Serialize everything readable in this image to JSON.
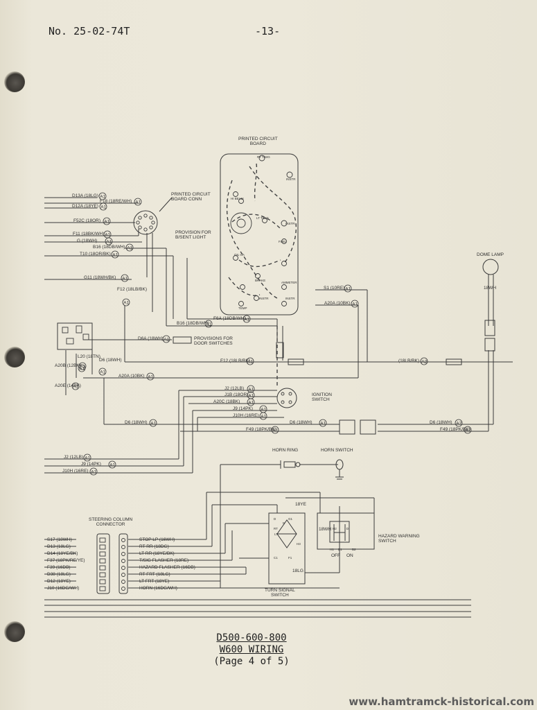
{
  "header": {
    "doc_number": "No. 25-02-74T",
    "page": "-13-"
  },
  "title": {
    "line1": "D500-600-800",
    "line2": "W600 WIRING",
    "line3": "(Page 4 of 5)"
  },
  "watermark": "www.hamtramck-historical.com",
  "components": {
    "pcb": "PRINTED CIRCUIT\nBOARD",
    "pcb_conn": "PRINTED CIRCUIT\nBOARD CONN",
    "provision_light": "PROVISION FOR\nB/SENT LIGHT",
    "dome_lamp": "DOME LAMP",
    "ignition_switch": "IGNITION\nSWITCH",
    "horn_ring": "HORN RING",
    "horn_switch": "HORN SWITCH",
    "steering_column": "STEERING COLUMN\nCONNECTOR",
    "hazard_switch": "HAZARD WARNING\nSWITCH",
    "turn_signal_switch": "TURN SIGNAL\nSWITCH",
    "door_switches": "PROVISIONS FOR\nDOOR SWITCHES"
  },
  "pcb_labels": [
    "RT T/SIG",
    "INSTR",
    "HI BEAM",
    "LT T/SIG",
    "INSTR",
    "FUEL",
    "OIL GA",
    "BRAKE",
    "AMMETER",
    "INSTR",
    "TEMP",
    "INSTR"
  ],
  "wire_labels": [
    "D13A (18LG)",
    "F18 (18RE/WH)",
    "D12A (18YE)",
    "F52C (18OR)",
    "F11 (18BK/WH)",
    "G (18WH)",
    "B16 (18DB/WH)",
    "T10 (18OR/BK)",
    "G11 (18WH/BK)",
    "F12 (18LB/BK)",
    "S1 (10RE)",
    "A20A (10BK)",
    "B16 (18DB/WH)",
    "F6A (18DB/WH)",
    "D6A (18WH)",
    "F12 (18LB/BK)",
    "(18LB/BK)",
    "A20A (10BK)",
    "J2 (12LB)",
    "J1B (18OR)",
    "A20C (18BK)",
    "J9 (14PK)",
    "J10H (16RE)",
    "D6 (18WH)",
    "F49 (18PK/BK)",
    "D6 (18WH)",
    "D6 (18WH)",
    "F49 (18PK/BK)",
    "J2 (12LB)",
    "J9 (14PK)",
    "J10H (16RE)",
    "18YE",
    "18WH",
    "18LG",
    "18WH",
    "A20B (12BK)",
    "A20E (14BK)",
    "L20 (18TN)",
    "D6 (18WH)"
  ],
  "connector_pins": [
    "A1",
    "A2"
  ],
  "sc_left": [
    "S17 (18WH)",
    "D13 (18LG)",
    "D14 (18YE/BK)",
    "F37 (18PK/RE/YE)",
    "F39 (16DB)",
    "D38 (18LG)",
    "D12 (18YE)",
    "J10 (16DG/WH)"
  ],
  "sc_right": [
    "STOP LP (16WH)",
    "RT RR (18DG)",
    "LT RR (18YE/BK)",
    "T/SIG FLASHER (18RE)",
    "HAZARD FLASHER (16DB)",
    "RT FRT (18LG)",
    "LT FRT (18YE)",
    "HORN (16DG/WH)"
  ],
  "hazard_pins": [
    "H2",
    "D",
    "H1",
    "B1",
    "B2",
    "OFF",
    "ON"
  ],
  "ts_pins": [
    "D",
    "G1",
    "RT",
    "LT",
    "H3",
    "F1",
    "C1",
    "N"
  ]
}
